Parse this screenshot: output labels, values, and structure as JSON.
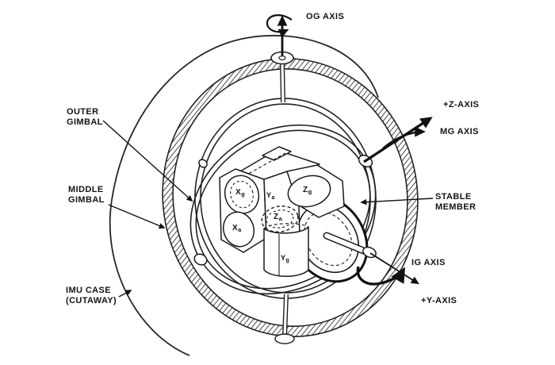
{
  "diagram": {
    "title_semantic": "IMU gimbal assembly cutaway diagram",
    "axis_labels": {
      "og": "OG AXIS",
      "plus_z": "+Z-AXIS",
      "mg": "MG AXIS",
      "ig": "IG AXIS",
      "plus_y": "+Y-AXIS"
    },
    "part_labels": {
      "outer_gimbal": {
        "line1": "OUTER",
        "line2": "GIMBAL"
      },
      "middle_gimbal": {
        "line1": "MIDDLE",
        "line2": "GIMBAL"
      },
      "stable_member": {
        "line1": "STABLE",
        "line2": "MEMBER"
      },
      "imu_case": {
        "line1": "IMU CASE",
        "line2": "(CUTAWAY)"
      }
    },
    "instrument_labels": {
      "xg": {
        "main": "X",
        "sub": "g"
      },
      "ya": {
        "main": "Y",
        "sub": "a"
      },
      "zg": {
        "main": "Z",
        "sub": "g"
      },
      "xa": {
        "main": "X",
        "sub": "a"
      },
      "za": {
        "main": "Z",
        "sub": "a"
      },
      "yg": {
        "main": "Y",
        "sub": "g"
      }
    },
    "colors": {
      "ink": "#1a1a1a",
      "background": "#ffffff"
    }
  }
}
